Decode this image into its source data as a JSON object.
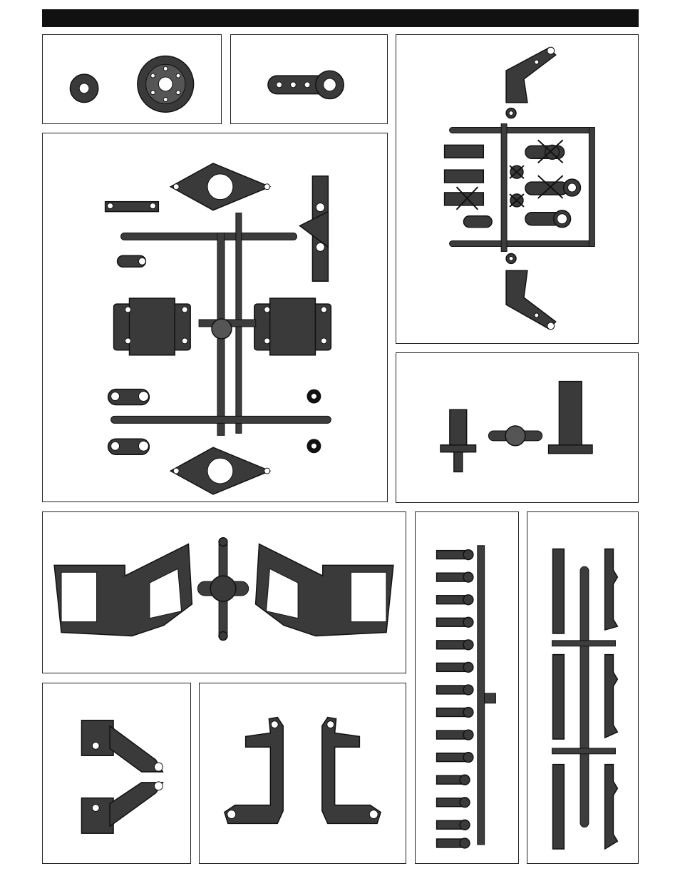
{
  "page": {
    "background": "#ffffff",
    "header_bar_color": "#111111",
    "part_color": "#3a3a3a"
  },
  "panels": [
    {
      "id": "diff-gears",
      "icon": "bevel-gear-icon"
    },
    {
      "id": "servo-saver-horn",
      "icon": "servo-horn-icon"
    },
    {
      "id": "steering-tree",
      "icon": "sprue-tree-icon"
    },
    {
      "id": "gearbox-tree",
      "icon": "gearbox-sprue-icon"
    },
    {
      "id": "outdrive-cups",
      "icon": "outdrive-icon"
    },
    {
      "id": "suspension-arms",
      "icon": "a-arm-icon"
    },
    {
      "id": "ball-studs",
      "icon": "ball-stud-icon"
    },
    {
      "id": "bumper-tree",
      "icon": "bumper-sprue-icon"
    },
    {
      "id": "steering-knuckles",
      "icon": "knuckle-icon"
    },
    {
      "id": "c-hubs",
      "icon": "c-hub-icon"
    }
  ]
}
